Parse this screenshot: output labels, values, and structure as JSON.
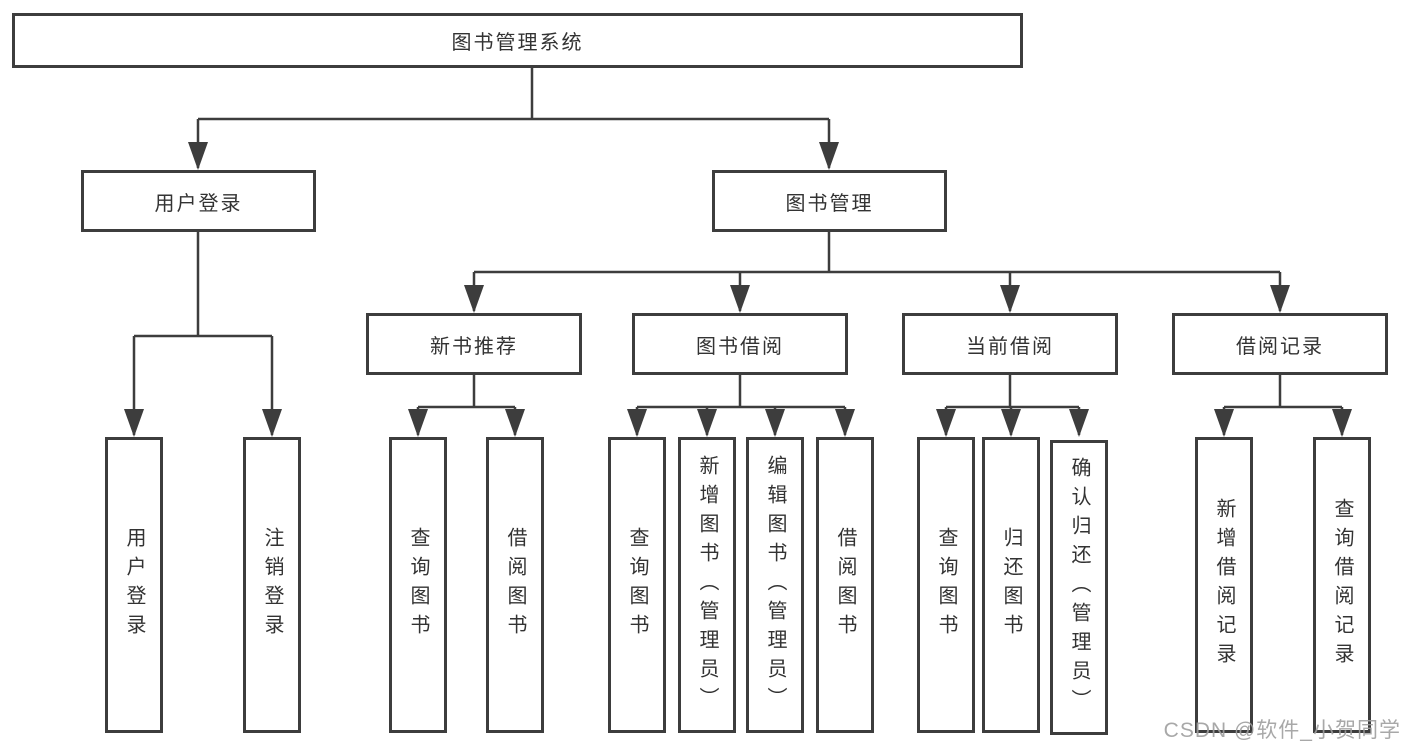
{
  "diagram_title": "图书管理系统",
  "watermark": "CSDN @软件_小贺同学",
  "colors": {
    "line": "#3d3d3d",
    "text": "#333333",
    "box_background": "#ffffff",
    "watermark": "#9e9e9e"
  },
  "nodes": {
    "root": "图书管理系统",
    "level2": {
      "user_login": "用户登录",
      "book_management": "图书管理"
    },
    "level3": {
      "new_book_recommend": "新书推荐",
      "book_borrow": "图书借阅",
      "current_borrow": "当前借阅",
      "borrow_records": "借阅记录"
    },
    "leaves": {
      "user_login": [
        "用户登录",
        "注销登录"
      ],
      "new_book_recommend": [
        "查询图书",
        "借阅图书"
      ],
      "book_borrow": [
        "查询图书",
        "新增图书（管理员）",
        "编辑图书（管理员）",
        "借阅图书"
      ],
      "current_borrow": [
        "查询图书",
        "归还图书",
        "确认归还（管理员）"
      ],
      "borrow_records": [
        "新增借阅记录",
        "查询借阅记录"
      ]
    }
  }
}
